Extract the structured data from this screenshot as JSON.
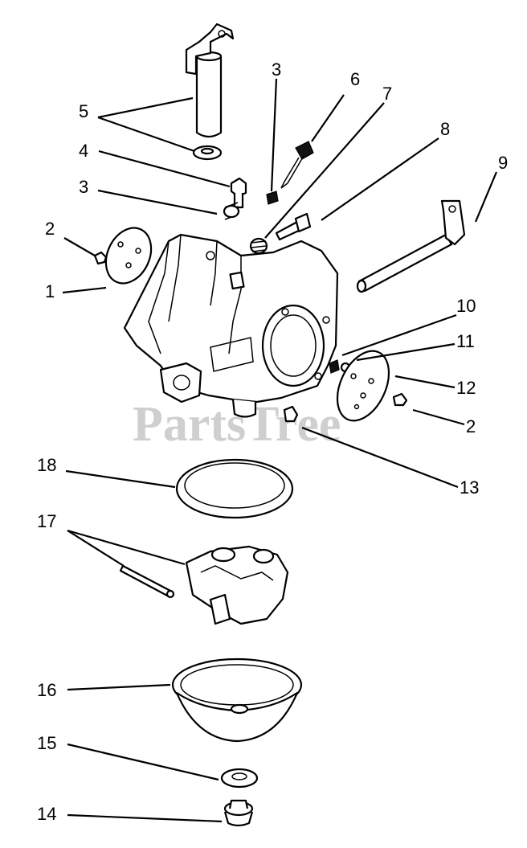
{
  "diagram": {
    "watermark": "PartsTree",
    "callouts": [
      {
        "id": "c1",
        "label": "1"
      },
      {
        "id": "c2a",
        "label": "2"
      },
      {
        "id": "c2b",
        "label": "2"
      },
      {
        "id": "c3a",
        "label": "3"
      },
      {
        "id": "c3b",
        "label": "3"
      },
      {
        "id": "c4",
        "label": "4"
      },
      {
        "id": "c5",
        "label": "5"
      },
      {
        "id": "c6",
        "label": "6"
      },
      {
        "id": "c7",
        "label": "7"
      },
      {
        "id": "c8",
        "label": "8"
      },
      {
        "id": "c9",
        "label": "9"
      },
      {
        "id": "c10",
        "label": "10"
      },
      {
        "id": "c11",
        "label": "11"
      },
      {
        "id": "c12",
        "label": "12"
      },
      {
        "id": "c13",
        "label": "13"
      },
      {
        "id": "c14",
        "label": "14"
      },
      {
        "id": "c15",
        "label": "15"
      },
      {
        "id": "c16",
        "label": "16"
      },
      {
        "id": "c17",
        "label": "17"
      },
      {
        "id": "c18",
        "label": "18"
      }
    ]
  }
}
